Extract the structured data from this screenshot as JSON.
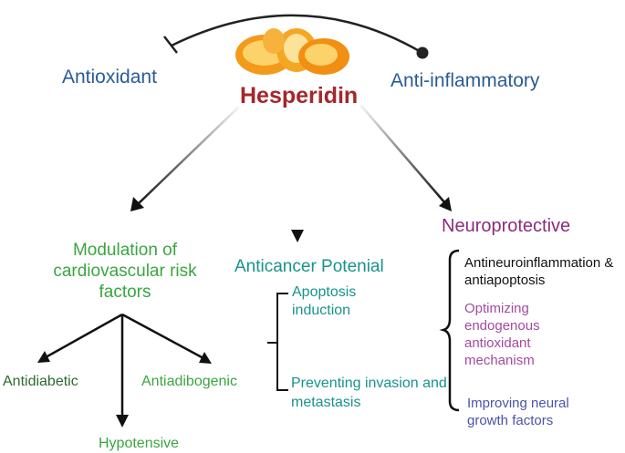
{
  "center": {
    "title": "Hesperidin",
    "image": "orange-peel-icon"
  },
  "top": {
    "left_label": "Antioxidant",
    "right_label": "Anti-inflammatory"
  },
  "branches": {
    "cardio": {
      "title": "Modulation of cardiovascular risk factors",
      "items": [
        "Antidiabetic",
        "Antiadibogenic",
        "Hypotensive"
      ]
    },
    "anticancer": {
      "title": "Anticancer Potenial",
      "items": [
        "Apoptosis induction",
        "Preventing invasion and metastasis"
      ]
    },
    "neuro": {
      "title": "Neuroprotective",
      "items": [
        "Antineuroinflammation & antiapoptosis",
        "Optimizing endogenous antioxidant mechanism",
        "Improving neural growth factors"
      ]
    }
  },
  "colors": {
    "antioxidant": "#2a5b95",
    "hesperidin": "#a3272b",
    "neuro": "#8c2b7c",
    "cardio": "#3aa541",
    "anticancer": "#17938b",
    "orange": "#f5a623"
  }
}
